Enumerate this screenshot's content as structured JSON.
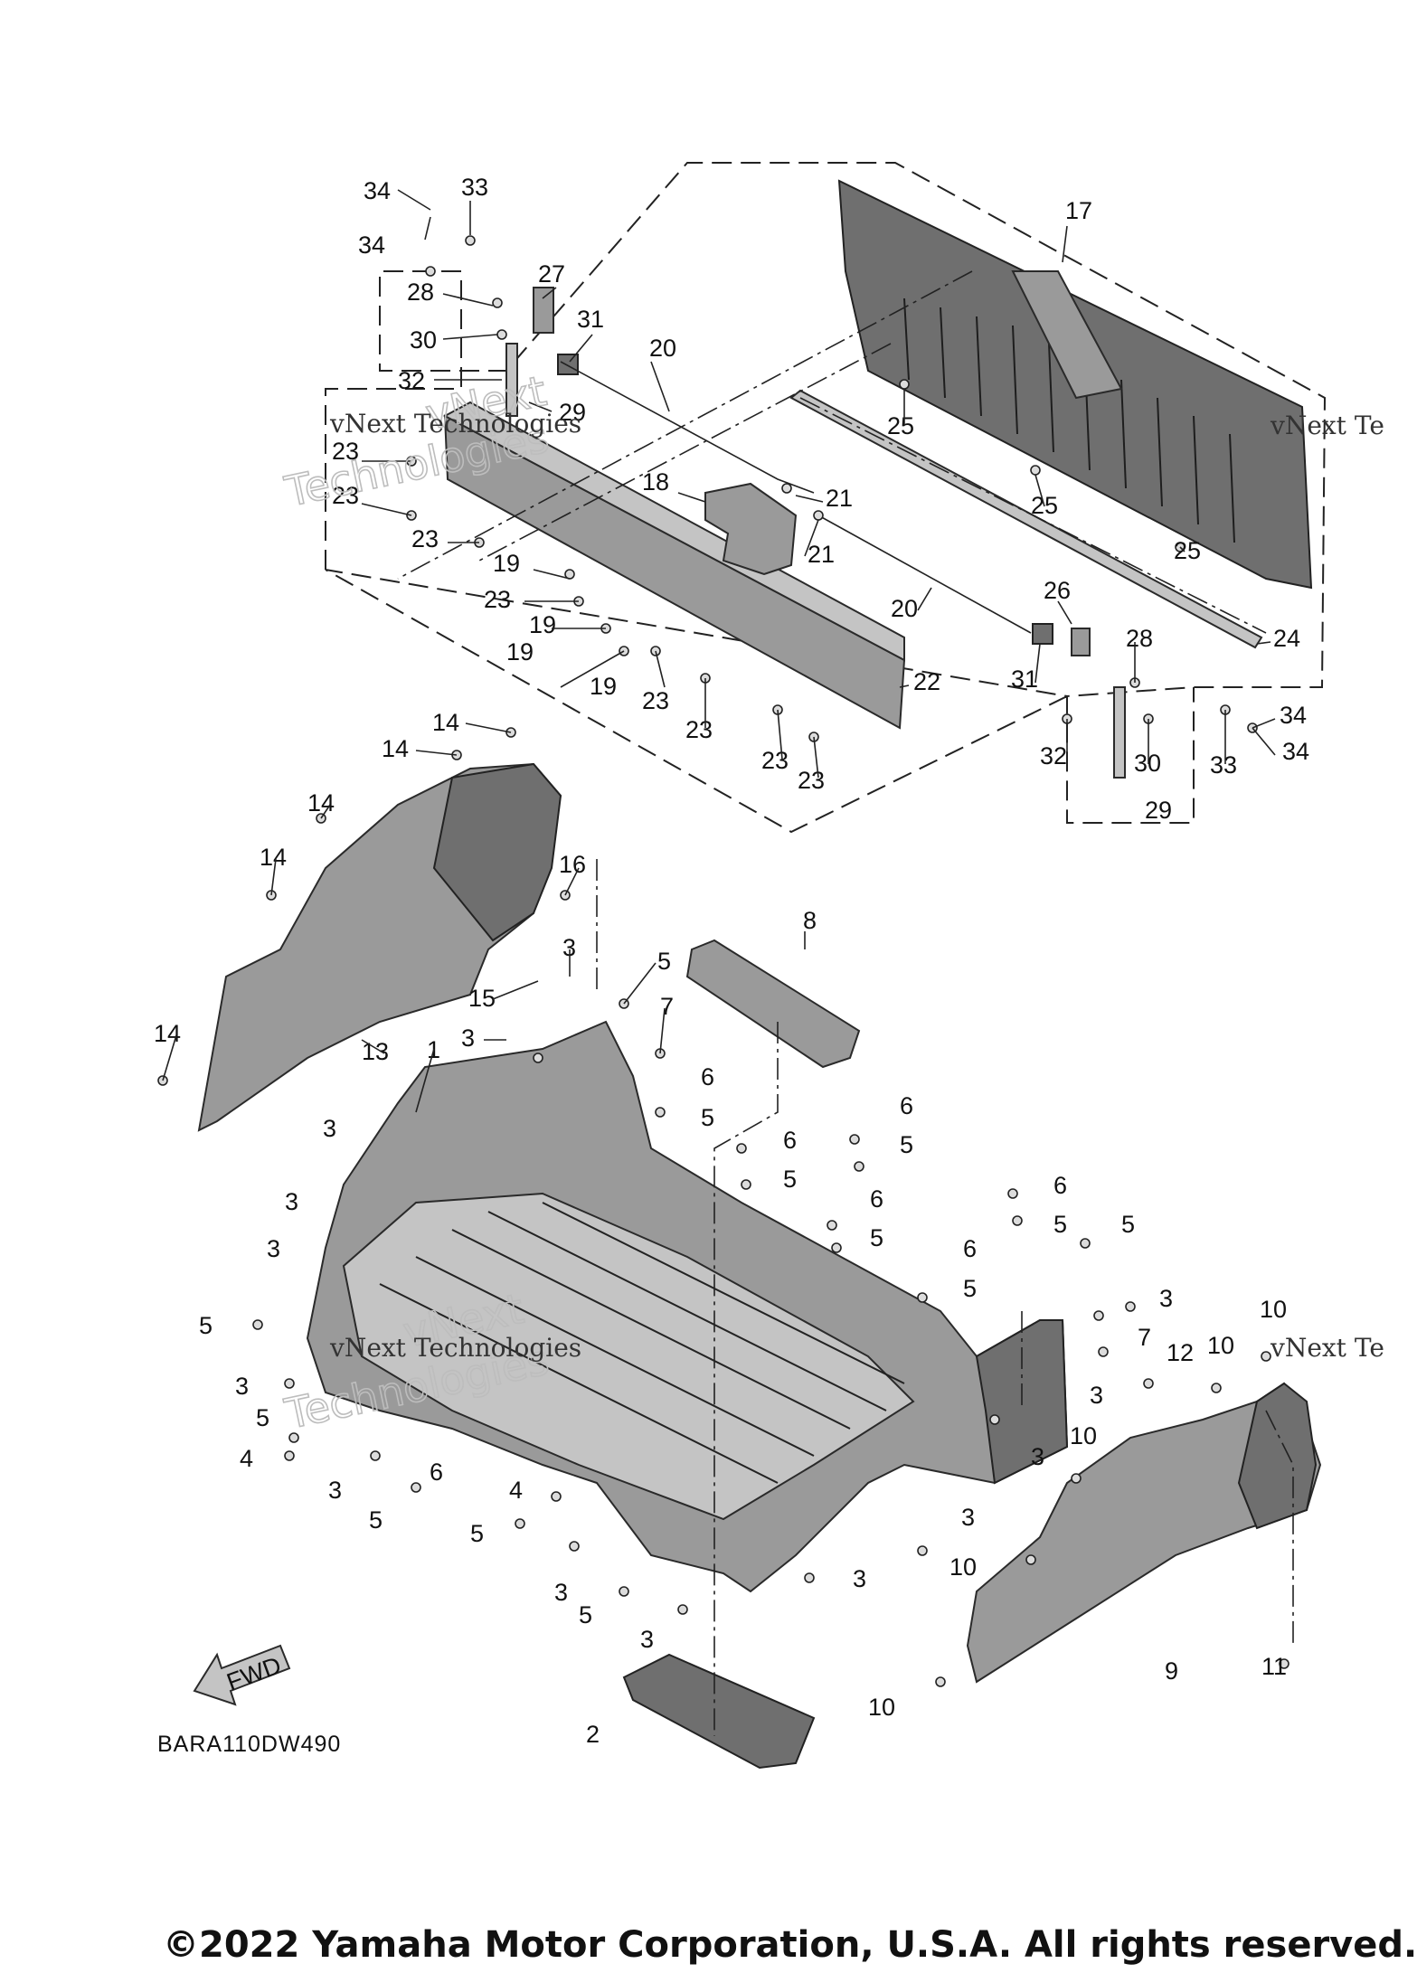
{
  "diagram": {
    "code": "BARA110DW490",
    "copyright": "©2022 Yamaha Motor Corporation, U.S.A. All rights reserved.",
    "fwd_label": "FWD",
    "watermark_main": "vNext",
    "watermark_sub": "Technologies",
    "watermark_line": "vNext Technologies",
    "watermark_partial": "vNext Te",
    "callouts": [
      "34",
      "33",
      "34",
      "27",
      "28",
      "17",
      "31",
      "30",
      "20",
      "32",
      "29",
      "23",
      "23",
      "23",
      "18",
      "21",
      "19",
      "21",
      "25",
      "25",
      "25",
      "23",
      "19",
      "20",
      "26",
      "19",
      "28",
      "24",
      "19",
      "23",
      "22",
      "31",
      "23",
      "34",
      "23",
      "23",
      "32",
      "30",
      "33",
      "34",
      "29",
      "14",
      "14",
      "14",
      "14",
      "16",
      "8",
      "3",
      "5",
      "15",
      "7",
      "13",
      "3",
      "1",
      "14",
      "6",
      "5",
      "3",
      "6",
      "5",
      "6",
      "3",
      "5",
      "6",
      "5",
      "6",
      "5",
      "3",
      "6",
      "5",
      "5",
      "3",
      "5",
      "7",
      "10",
      "3",
      "3",
      "12",
      "10",
      "3",
      "5",
      "10",
      "4",
      "3",
      "6",
      "3",
      "5",
      "4",
      "3",
      "5",
      "10",
      "3",
      "3",
      "5",
      "3",
      "9",
      "11",
      "2",
      "10"
    ]
  }
}
